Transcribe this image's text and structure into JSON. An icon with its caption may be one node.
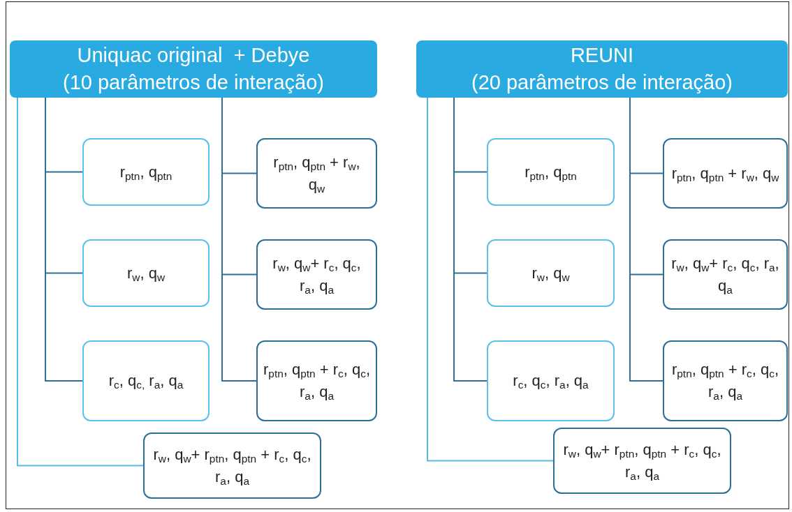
{
  "diagram": {
    "nodes": [
      {
        "text": [
          "Uniquac original  + Debye",
          "(10 parâmetros de interação)"
        ]
      },
      {
        "text": [
          "r$_{ptn}$, q$_{ptn}$"
        ]
      },
      {
        "text": [
          "r$_{w}$, q$_{w}$"
        ]
      },
      {
        "text": [
          "r$_{c}$, q$_{c,}$ r$_{a}$, q$_{a}$"
        ]
      },
      {
        "text": [
          "r$_{ptn}$, q$_{ptn}$ + r$_{w}$, q$_{w}$"
        ]
      },
      {
        "text": [
          "r$_{w}$, q$_{w}$+ r$_{c}$, q$_{c}$, r$_{a}$, q$_{a}$"
        ]
      },
      {
        "text": [
          "r$_{ptn}$, q$_{ptn}$ + r$_{c}$, q$_{c}$, r$_{a}$, q$_{a}$"
        ]
      },
      {
        "text": [
          "r$_{w}$, q$_{w}$+ r$_{ptn}$, q$_{ptn}$ + r$_{c}$, q$_{c}$, r$_{a}$, q$_{a}$"
        ]
      },
      {
        "text": [
          "REUNI",
          "(20 parâmetros de interação)"
        ]
      },
      {
        "text": [
          "r$_{ptn}$, q$_{ptn}$"
        ]
      },
      {
        "text": [
          "r$_{w}$, q$_{w}$"
        ]
      },
      {
        "text": [
          "r$_{c}$, q$_{c}$, r$_{a}$, q$_{a}$"
        ]
      },
      {
        "text": [
          "r$_{ptn}$, q$_{ptn}$ + r$_{w}$, q$_{w}$"
        ]
      },
      {
        "text": [
          "r$_{w}$, q$_{w}$+ r$_{c}$, q$_{c}$, r$_{a}$, q$_{a}$"
        ]
      },
      {
        "text": [
          "r$_{ptn}$, q$_{ptn}$ + r$_{c}$, q$_{c}$, r$_{a}$, q$_{a}$"
        ]
      },
      {
        "text": [
          "r$_{w}$, q$_{w}$+ r$_{ptn}$, q$_{ptn}$ + r$_{c}$, q$_{c}$, r$_{a}$, q$_{a}$"
        ]
      }
    ],
    "edges": [
      {
        "from": 0,
        "to": 1,
        "arrow": "none"
      },
      {
        "from": 0,
        "to": 2,
        "arrow": "none"
      },
      {
        "from": 0,
        "to": 3,
        "arrow": "none"
      },
      {
        "from": 0,
        "to": 4,
        "arrow": "none"
      },
      {
        "from": 0,
        "to": 5,
        "arrow": "none"
      },
      {
        "from": 0,
        "to": 6,
        "arrow": "none"
      },
      {
        "from": 0,
        "to": 7,
        "arrow": "none",
        "color": "#5bb8e6"
      },
      {
        "from": 8,
        "to": 9,
        "arrow": "none"
      },
      {
        "from": 8,
        "to": 10,
        "arrow": "none"
      },
      {
        "from": 8,
        "to": 11,
        "arrow": "none"
      },
      {
        "from": 8,
        "to": 12,
        "arrow": "none"
      },
      {
        "from": 8,
        "to": 13,
        "arrow": "none"
      },
      {
        "from": 8,
        "to": 14,
        "arrow": "none"
      },
      {
        "from": 8,
        "to": 15,
        "arrow": "none",
        "color": "#5bb8e6"
      }
    ]
  }
}
